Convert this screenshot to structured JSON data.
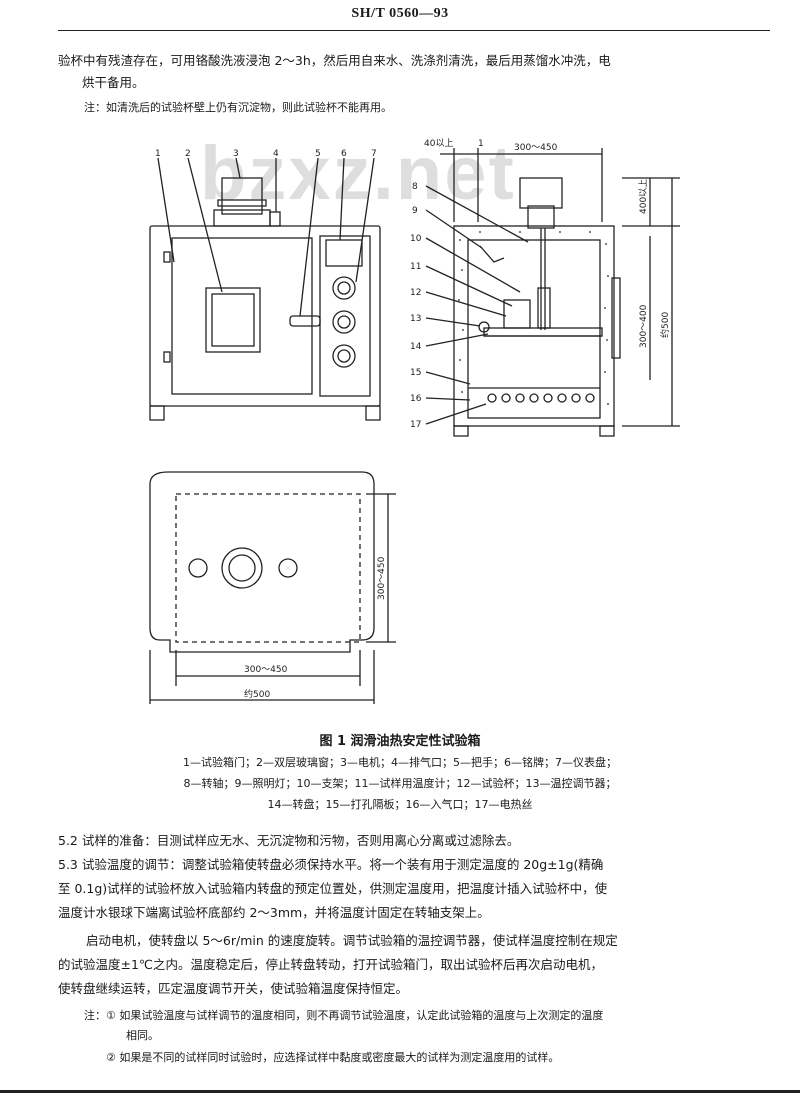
{
  "header": {
    "standard_no": "SH/T 0560—93"
  },
  "intro": {
    "line1": "验杯中有残渣存在，可用铬酸洗液浸泡 2～3h，然后用自来水、洗涤剂清洗，最后用蒸馏水冲洗，电",
    "line2": "烘干备用。",
    "note": "注：如清洗后的试验杯壁上仍有沉淀物，则此试验杯不能再用。"
  },
  "watermark": "bzxz.net",
  "figure": {
    "left_callouts": [
      "1",
      "2",
      "3",
      "4",
      "5",
      "6",
      "7"
    ],
    "right_callouts": [
      "8",
      "9",
      "10",
      "11",
      "12",
      "13",
      "14",
      "15",
      "16",
      "17"
    ],
    "dims": {
      "top_left_a": "40以上",
      "top_left_b": "1",
      "top_width": "300～450",
      "right_top": "400以上",
      "right_mid": "300～400",
      "right_total": "约500",
      "plan_height": "300～450",
      "plan_inner_width": "300～450",
      "plan_total_width": "约500"
    },
    "title": "图 1   润滑油热安定性试验箱",
    "legend": [
      "1—试验箱门；2—双层玻璃窗；3—电机；4—排气口；5—把手；6—铭牌；7—仪表盘；",
      "8—转轴；9—照明灯；10—支架；11—试样用温度计；12—试验杯；13—温控调节器；",
      "14—转盘；15—打孔隔板；16—入气口；17—电热丝"
    ]
  },
  "sections": {
    "s52": "5.2   试样的准备：目测试样应无水、无沉淀物和污物，否则用离心分离或过滤除去。",
    "s53_l1": "5.3   试验温度的调节：调整试验箱使转盘必须保持水平。将一个装有用于测定温度的 20g±1g(精确",
    "s53_l2": "至 0.1g)试样的试验杯放入试验箱内转盘的预定位置处，供测定温度用，把温度计插入试验杯中，使",
    "s53_l3": "温度计水银球下端离试验杯底部约 2～3mm，并将温度计固定在转轴支架上。",
    "p2_l1": "启动电机，使转盘以 5～6r/min 的速度旋转。调节试验箱的温控调节器，使试样温度控制在规定",
    "p2_l2": "的试验温度±1℃之内。温度稳定后，停止转盘转动，打开试验箱门，取出试验杯后再次启动电机，",
    "p2_l3": "使转盘继续运转，匹定温度调节开关，使试验箱温度保持恒定。",
    "note1_a": "注：① 如果试验温度与试样调节的温度相同，则不再调节试验温度，认定此试验箱的温度与上次测定的温度",
    "note1_b": "相同。",
    "note2": "② 如果是不同的试样同时试验时，应选择试样中黏度或密度最大的试样为测定温度用的试样。"
  }
}
